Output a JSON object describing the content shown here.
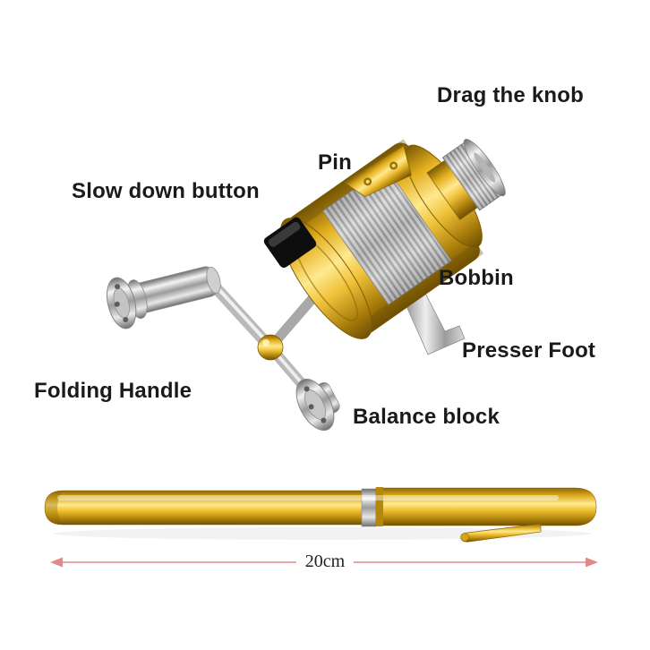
{
  "diagram": {
    "background": "#ffffff",
    "labels": {
      "drag_knob": "Drag the knob",
      "pin": "Pin",
      "slow_down_button": "Slow down button",
      "bobbin": "Bobbin",
      "presser_foot": "Presser Foot",
      "folding_handle": "Folding Handle",
      "balance_block": "Balance block"
    },
    "measurement": {
      "value": "20cm"
    },
    "colors": {
      "gold": "#d9a51b",
      "silver": "#c6c6c6",
      "label_text": "#1a1a1a",
      "dimension_line": "#e08a8a",
      "slow_down_button": "#111111"
    }
  }
}
